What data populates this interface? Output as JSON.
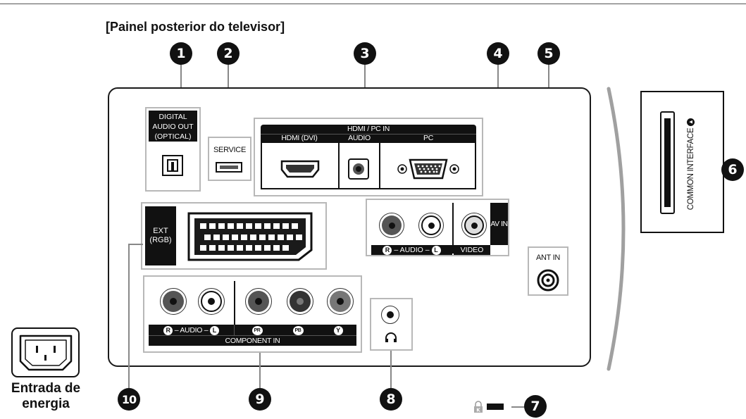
{
  "heading": "[Painel posterior do televisor]",
  "callouts": [
    "1",
    "2",
    "3",
    "4",
    "5",
    "6",
    "7",
    "8",
    "9",
    "10"
  ],
  "ports": {
    "digital_audio_out": [
      "DIGITAL",
      "AUDIO OUT",
      "(OPTICAL)"
    ],
    "service": "SERVICE",
    "hdmi_pc_in": "HDMI / PC IN",
    "hdmi_dvi": "HDMI (DVI)",
    "audio": "AUDIO",
    "pc": "PC",
    "ext_rgb": [
      "EXT",
      "(RGB)"
    ],
    "av_in": "AV IN",
    "av_audio": "– AUDIO –",
    "video": "VIDEO",
    "ant_in": "ANT IN",
    "component_audio": "– AUDIO –",
    "component_in": "COMPONENT IN",
    "pr": "PR",
    "pb": "PB",
    "y": "Y",
    "r": "R",
    "l": "L",
    "common_interface": "COMMON INTERFACE"
  },
  "power": [
    "Entrada de",
    "energia"
  ],
  "colors": {
    "ink": "#111111",
    "group_border": "#b8b8b8",
    "curve": "#a0a0a0"
  }
}
